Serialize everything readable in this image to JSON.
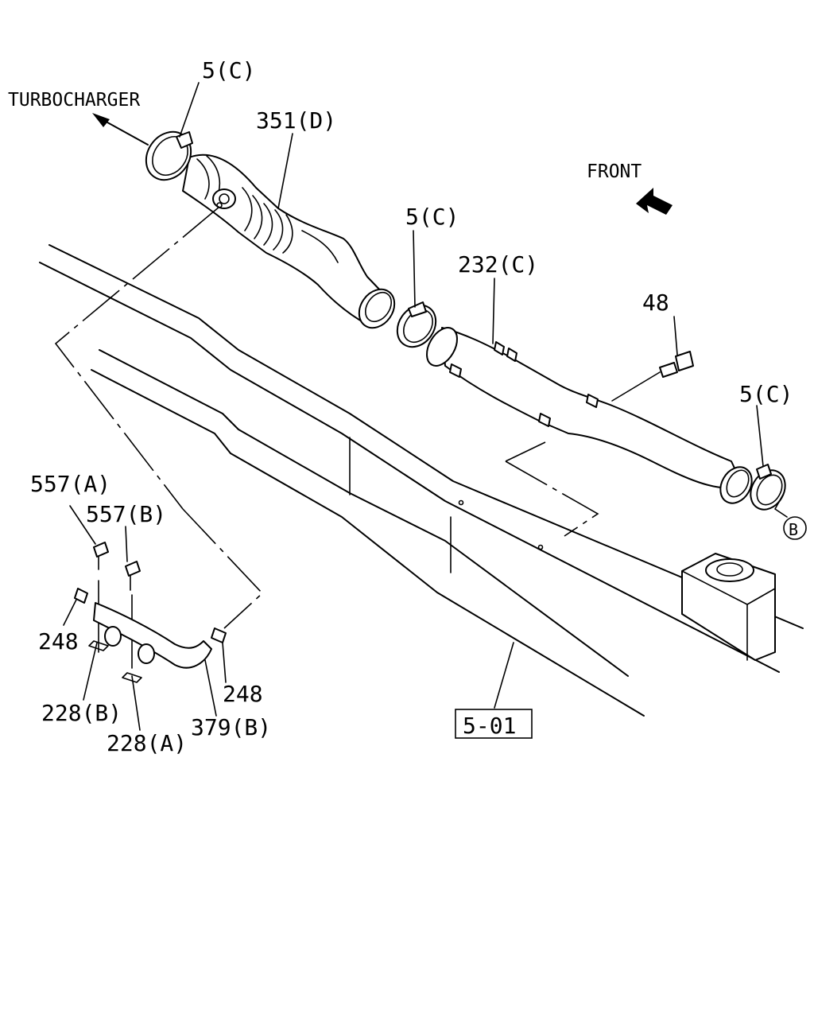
{
  "labels": {
    "turbocharger": "TURBOCHARGER",
    "front": "FRONT",
    "clamp_top": "5(C)",
    "hose_351": "351(D)",
    "clamp_mid": "5(C)",
    "pipe_232": "232(C)",
    "bolt_48": "48",
    "clamp_right": "5(C)",
    "ref_b": "B",
    "bolt_557a": "557(A)",
    "bolt_557b": "557(B)",
    "clip_248_left": "248",
    "clip_248_right": "248",
    "bracket_228b": "228(B)",
    "bracket_228a": "228(A)",
    "hose_379b": "379(B)",
    "ref_box": "5-01"
  }
}
